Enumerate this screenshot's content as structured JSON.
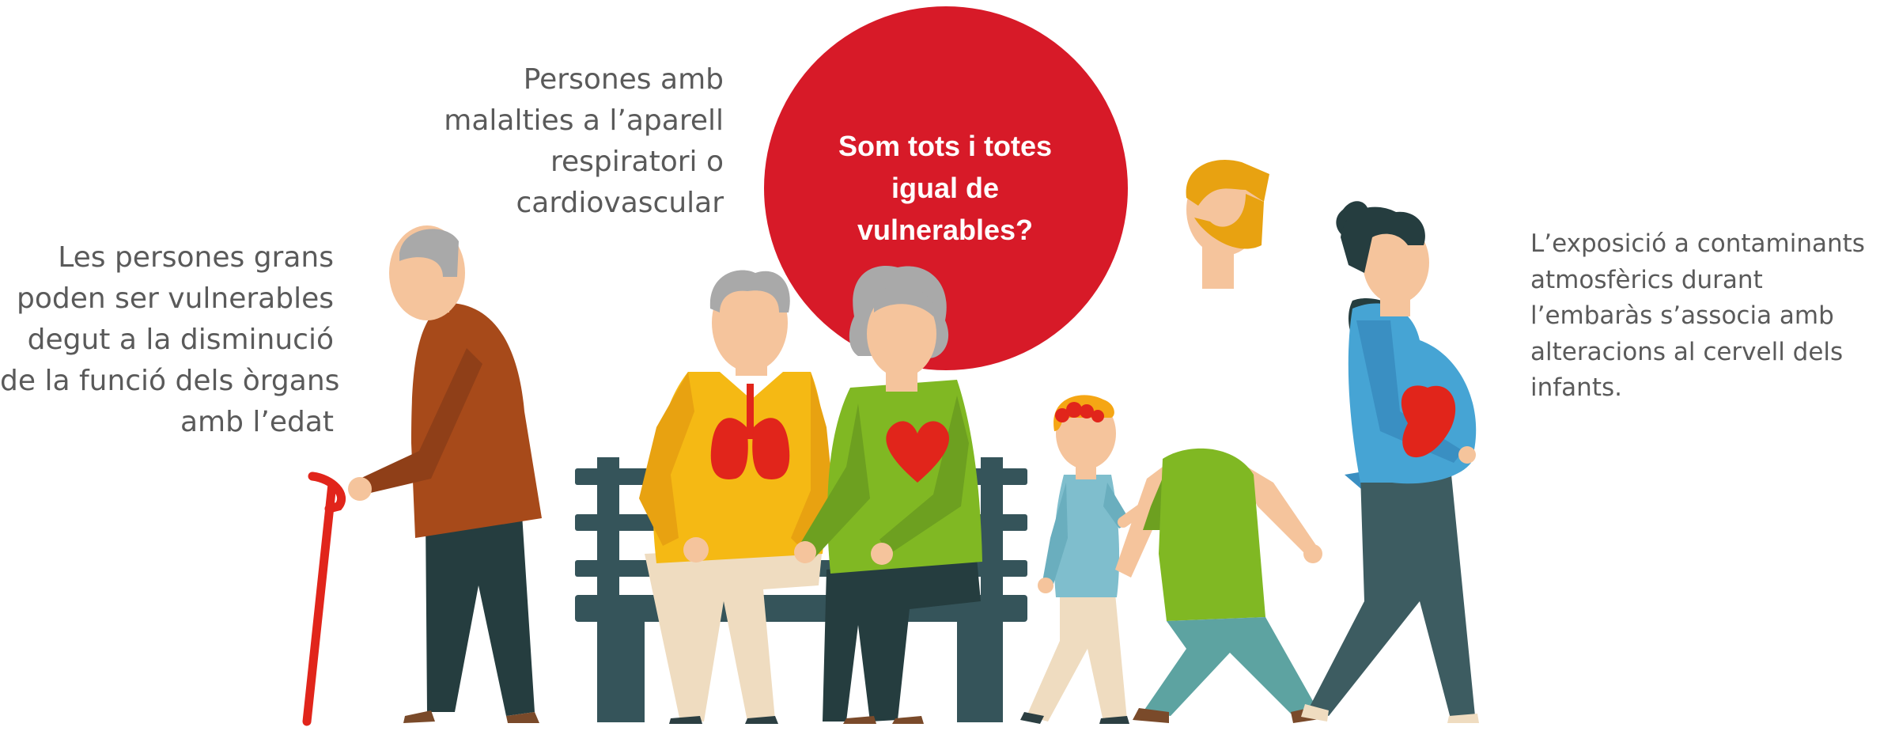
{
  "elderly_caption": {
    "lines": [
      "Les persones grans",
      "poden ser vulnerables",
      "degut a la disminució",
      "de la funció dels òrgans",
      "amb l’edat"
    ]
  },
  "respiratory_caption": {
    "lines": [
      "Persones amb",
      "malalties a l’aparell",
      "respiratori o",
      "cardiovascular"
    ]
  },
  "question_bubble": {
    "lines": [
      "Som tots i totes",
      "igual de",
      "vulnerables?"
    ],
    "color": "#d71a28"
  },
  "pregnancy_caption": {
    "lines": [
      "L’exposició a contaminants",
      "atmosfèrics durant",
      "l’embaràs s’associa amb",
      "alteracions al cervell dels",
      "infants."
    ]
  },
  "colors": {
    "text": "#5a5a5a",
    "skin": "#f5c49c",
    "hair_grey": "#a9a9a9",
    "bench": "#35545a",
    "cane": "#e1251b",
    "lungs": "#e1251b",
    "heart": "#e1251b"
  },
  "icons": [
    "elderly-man-with-cane-icon",
    "bench-icon",
    "lungs-icon",
    "heart-icon",
    "child-icon",
    "bearded-man-icon",
    "pregnant-woman-icon"
  ]
}
